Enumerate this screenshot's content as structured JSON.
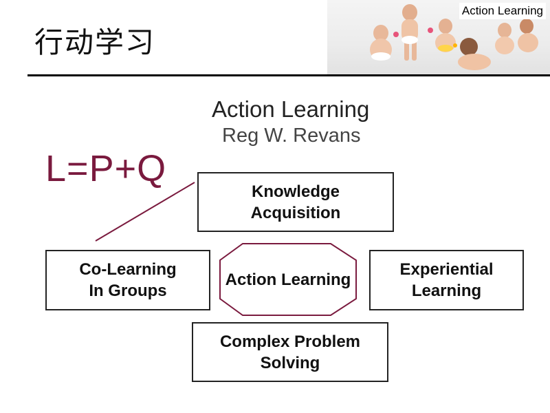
{
  "slide": {
    "title": "行动学习",
    "banner_label": "Action Learning"
  },
  "diagram": {
    "title": "Action Learning",
    "subtitle": "Reg W. Revans",
    "formula": "L=P+Q",
    "formula_color": "#7a1a3e",
    "center": {
      "line1": "Action",
      "line2": "Learning",
      "border_color": "#7a1a3e"
    },
    "top": {
      "line1": "Knowledge",
      "line2": "Acquisition"
    },
    "left": {
      "line1": "Co-Learning",
      "line2": "In Groups"
    },
    "right": {
      "line1": "Experiential",
      "line2": "Learning"
    },
    "bottom": {
      "line1": "Complex Problem",
      "line2": "Solving"
    }
  }
}
